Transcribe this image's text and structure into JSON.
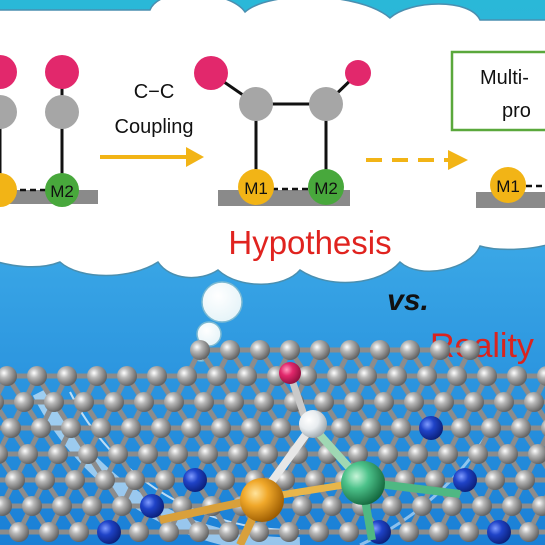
{
  "diagram": {
    "step1_label_line1": "C−C",
    "step1_label_line2": "Coupling",
    "box_line1": "Multi-",
    "box_line2": "pro",
    "hypothesis_label": "Hypothesis",
    "vs_label": "vs.",
    "reality_label": "Reality",
    "metal1_label": "M1",
    "metal2_label": "M2"
  },
  "colors": {
    "oxygen": "#e2286c",
    "carbon": "#a6a6a6",
    "metal1": "#f2b416",
    "metal2": "#48a83c",
    "arrow": "#f2b416",
    "box_border": "#5aa83c",
    "hypothesis_text": "#e0231f",
    "reality_text": "#d9241f",
    "nitrogen": "#1a3fbd"
  }
}
